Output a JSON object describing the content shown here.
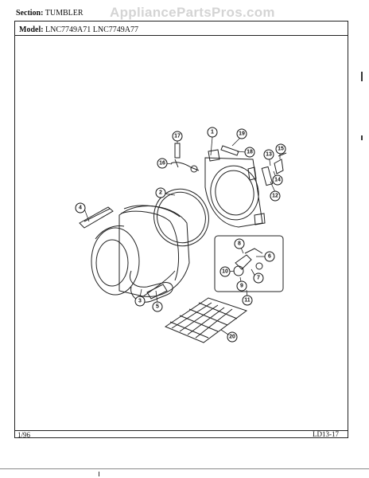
{
  "watermark": "AppliancePartsPros.com",
  "header": {
    "section_label": "Section:",
    "section_value": "TUMBLER",
    "model_label": "Model:",
    "model_value": "LNC7749A71  LNC7749A77"
  },
  "footer": {
    "date": "1/96",
    "code": "LD13-17"
  },
  "callouts": [
    "1",
    "2",
    "3",
    "4",
    "5",
    "6",
    "7",
    "8",
    "9",
    "10",
    "11",
    "12",
    "13",
    "14",
    "15",
    "16",
    "17",
    "18",
    "19",
    "20"
  ]
}
